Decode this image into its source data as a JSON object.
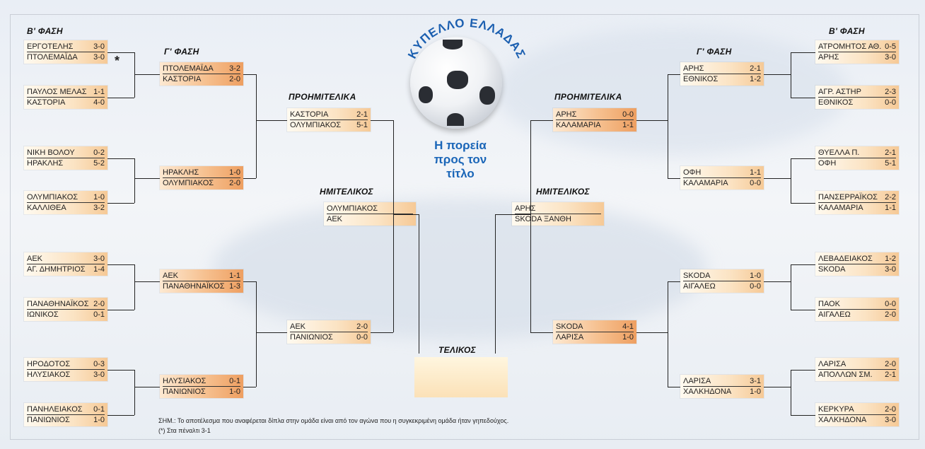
{
  "title": "ΚΥΠΕΛΛΟ ΕΛΛΑΔΑΣ",
  "subtitle": [
    "Η πορεία",
    "προς τον",
    "τίτλο"
  ],
  "phases": {
    "b_left": "Β' ΦΑΣΗ",
    "g_left": "Γ' ΦΑΣΗ",
    "quarter_left": "ΠΡΟΗΜΙΤΕΛΙΚΑ",
    "semi_left": "ΗΜΙΤΕΛΙΚΟΣ",
    "final": "ΤΕΛΙΚΟΣ",
    "semi_right": "ΗΜΙΤΕΛΙΚΟΣ",
    "quarter_right": "ΠΡΟΗΜΙΤΕΛΙΚΑ",
    "g_right": "Γ' ΦΑΣΗ",
    "b_right": "Β' ΦΑΣΗ"
  },
  "star": "*",
  "matches": {
    "bL1": [
      {
        "team": "ΕΡΓΟΤΕΛΗΣ",
        "score": "3-0"
      },
      {
        "team": "ΠΤΟΛΕΜΑΪΔΑ",
        "score": "3-0"
      }
    ],
    "bL2": [
      {
        "team": "ΠΑΥΛΟΣ ΜΕΛΑΣ",
        "score": "1-1"
      },
      {
        "team": "ΚΑΣΤΟΡΙΑ",
        "score": "4-0"
      }
    ],
    "bL3": [
      {
        "team": "ΝΙΚΗ ΒΟΛΟΥ",
        "score": "0-2"
      },
      {
        "team": "ΗΡΑΚΛΗΣ",
        "score": "5-2"
      }
    ],
    "bL4": [
      {
        "team": "ΟΛΥΜΠΙΑΚΟΣ",
        "score": "1-0"
      },
      {
        "team": "ΚΑΛΛΙΘΕΑ",
        "score": "3-2"
      }
    ],
    "bL5": [
      {
        "team": "ΑΕΚ",
        "score": "3-0"
      },
      {
        "team": "ΑΓ. ΔΗΜΗΤΡΙΟΣ",
        "score": "1-4"
      }
    ],
    "bL6": [
      {
        "team": "ΠΑΝΑΘΗΝΑΪΚΟΣ",
        "score": "2-0"
      },
      {
        "team": "ΙΩΝΙΚΟΣ",
        "score": "0-1"
      }
    ],
    "bL7": [
      {
        "team": "ΗΡΟΔΟΤΟΣ",
        "score": "0-3"
      },
      {
        "team": "ΗΛΥΣΙΑΚΟΣ",
        "score": "3-0"
      }
    ],
    "bL8": [
      {
        "team": "ΠΑΝΗΛΕΙΑΚΟΣ",
        "score": "0-1"
      },
      {
        "team": "ΠΑΝΙΩΝΙΟΣ",
        "score": "1-0"
      }
    ],
    "gL1": [
      {
        "team": "ΠΤΟΛΕΜΑΪΔΑ",
        "score": "3-2"
      },
      {
        "team": "ΚΑΣΤΟΡΙΑ",
        "score": "2-0"
      }
    ],
    "gL2": [
      {
        "team": "ΗΡΑΚΛΗΣ",
        "score": "1-0"
      },
      {
        "team": "ΟΛΥΜΠΙΑΚΟΣ",
        "score": "2-0"
      }
    ],
    "gL3": [
      {
        "team": "ΑΕΚ",
        "score": "1-1"
      },
      {
        "team": "ΠΑΝΑΘΗΝΑΪΚΟΣ",
        "score": "1-3"
      }
    ],
    "gL4": [
      {
        "team": "ΗΛΥΣΙΑΚΟΣ",
        "score": "0-1"
      },
      {
        "team": "ΠΑΝΙΩΝΙΟΣ",
        "score": "1-0"
      }
    ],
    "qL1": [
      {
        "team": "ΚΑΣΤΟΡΙΑ",
        "score": "2-1"
      },
      {
        "team": "ΟΛΥΜΠΙΑΚΟΣ",
        "score": "5-1"
      }
    ],
    "qL2": [
      {
        "team": "ΑΕΚ",
        "score": "2-0"
      },
      {
        "team": "ΠΑΝΙΩΝΙΟΣ",
        "score": "0-0"
      }
    ],
    "sL": [
      {
        "team": "ΟΛΥΜΠΙΑΚΟΣ",
        "score": ""
      },
      {
        "team": "ΑΕΚ",
        "score": ""
      }
    ],
    "sR": [
      {
        "team": "ΑΡΗΣ",
        "score": ""
      },
      {
        "team": "SKODA ΞΑΝΘΗ",
        "score": ""
      }
    ],
    "qR1": [
      {
        "team": "ΑΡΗΣ",
        "score": "0-0"
      },
      {
        "team": "ΚΑΛΑΜΑΡΙΑ",
        "score": "1-1"
      }
    ],
    "qR2": [
      {
        "team": "SKODA",
        "score": "4-1"
      },
      {
        "team": "ΛΑΡΙΣΑ",
        "score": "1-0"
      }
    ],
    "gR1": [
      {
        "team": "ΑΡΗΣ",
        "score": "2-1"
      },
      {
        "team": "ΕΘΝΙΚΟΣ",
        "score": "1-2"
      }
    ],
    "gR2": [
      {
        "team": "ΟΦΗ",
        "score": "1-1"
      },
      {
        "team": "ΚΑΛΑΜΑΡΙΑ",
        "score": "0-0"
      }
    ],
    "gR3": [
      {
        "team": "SKODA",
        "score": "1-0"
      },
      {
        "team": "ΑΙΓΑΛΕΩ",
        "score": "0-0"
      }
    ],
    "gR4": [
      {
        "team": "ΛΑΡΙΣΑ",
        "score": "3-1"
      },
      {
        "team": "ΧΑΛΚΗΔΟΝΑ",
        "score": "1-0"
      }
    ],
    "bR1": [
      {
        "team": "ΑΤΡΟΜΗΤΟΣ ΑΘ.",
        "score": "0-5"
      },
      {
        "team": "ΑΡΗΣ",
        "score": "3-0"
      }
    ],
    "bR2": [
      {
        "team": "ΑΓΡ. ΑΣΤΗΡ",
        "score": "2-3"
      },
      {
        "team": "ΕΘΝΙΚΟΣ",
        "score": "0-0"
      }
    ],
    "bR3": [
      {
        "team": "ΘΥΕΛΛΑ Π.",
        "score": "2-1"
      },
      {
        "team": "ΟΦΗ",
        "score": "5-1"
      }
    ],
    "bR4": [
      {
        "team": "ΠΑΝΣΕΡΡΑΪΚΟΣ",
        "score": "2-2"
      },
      {
        "team": "ΚΑΛΑΜΑΡΙΑ",
        "score": "1-1"
      }
    ],
    "bR5": [
      {
        "team": "ΛΕΒΑΔΕΙΑΚΟΣ",
        "score": "1-2"
      },
      {
        "team": "SKODA",
        "score": "3-0"
      }
    ],
    "bR6": [
      {
        "team": "ΠΑΟΚ",
        "score": "0-0"
      },
      {
        "team": "ΑΙΓΑΛΕΩ",
        "score": "2-0"
      }
    ],
    "bR7": [
      {
        "team": "ΛΑΡΙΣΑ",
        "score": "2-0"
      },
      {
        "team": "ΑΠΟΛΛΩΝ ΣΜ.",
        "score": "2-1"
      }
    ],
    "bR8": [
      {
        "team": "ΚΕΡΚΥΡΑ",
        "score": "2-0"
      },
      {
        "team": "ΧΑΛΚΗΔΟΝΑ",
        "score": "3-0"
      }
    ]
  },
  "notes": {
    "line1": "ΣΗΜ.: Το αποτέλεσμα που αναφέρεται δίπλα στην ομάδα είναι από τον αγώνα που η συγκεκριμένη ομάδα ήταν γηπεδούχος.",
    "line2": "(*) Στα πέναλτι 3-1"
  },
  "colors": {
    "title": "#1b5fb0",
    "box_light": "#fbe3c3",
    "box_dark": "#ee9f61",
    "line": "#222222"
  }
}
